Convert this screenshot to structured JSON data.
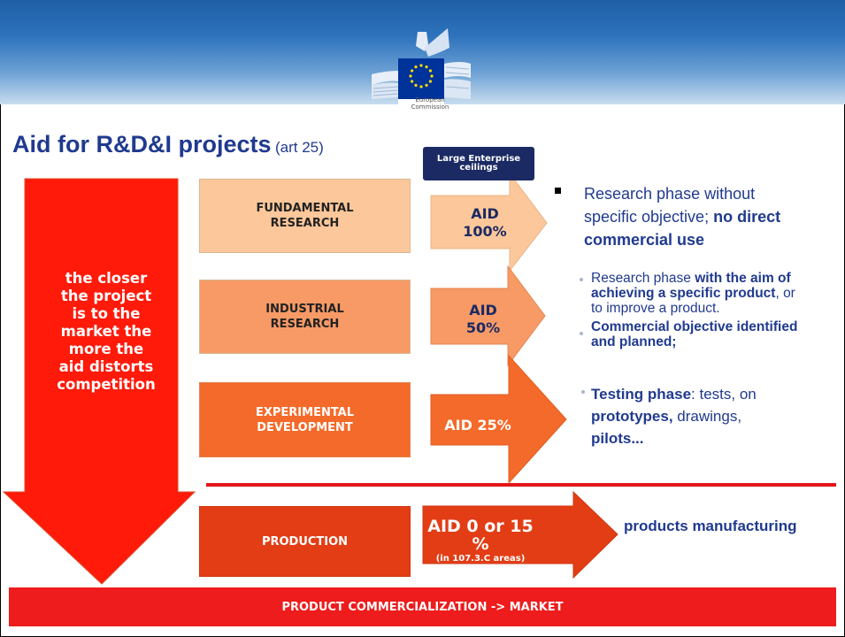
{
  "logo": {
    "text_lines": [
      "European",
      "Commission"
    ]
  },
  "title": {
    "main": "Aid for R&D&I projects",
    "sub": "(art 25)"
  },
  "ceiling_label": [
    "Large Enterprise",
    "ceilings"
  ],
  "left_arrow": {
    "text_lines": [
      "the closer",
      "the project",
      "is to the",
      "market the",
      "more the",
      "aid distorts",
      "competition"
    ]
  },
  "phases": [
    {
      "label_lines": [
        "FUNDAMENTAL",
        "RESEARCH"
      ],
      "aid_lines": [
        "AID",
        "100%"
      ],
      "fill": "#fcc79a",
      "arrow_fill": "#fcc79a",
      "aid_color": "#1b2a63"
    },
    {
      "label_lines": [
        "INDUSTRIAL",
        "RESEARCH"
      ],
      "aid_lines": [
        "AID",
        "50%"
      ],
      "fill": "#f79a66",
      "arrow_fill": "#f79a66",
      "aid_color": "#1b2a63"
    },
    {
      "label_lines": [
        "EXPERIMENTAL",
        "DEVELOPMENT"
      ],
      "aid_lines": [
        "AID 25%"
      ],
      "fill": "#f46a2a",
      "arrow_fill": "#f46a2a",
      "aid_color": "#ffffff"
    },
    {
      "label_lines": [
        "PRODUCTION"
      ],
      "fill": "#e33d15",
      "arrow_fill": "#e33d15"
    }
  ],
  "production_aid": {
    "main": "AID 0 or 15 %",
    "note": "(in 107.3.C areas)"
  },
  "descriptions": {
    "fundamental": {
      "line1": "Research phase without",
      "line2_normal": "specific objective; ",
      "line2_bold": "no direct",
      "line3_bold": "commercial use"
    },
    "industrial": {
      "b1_line1_normal": "Research phase ",
      "b1_line1_bold": "with the aim of",
      "b1_line2_bold": "achieving a specific product",
      "b1_line2_normal": ", or",
      "b1_line3": "to improve a product.",
      "b2_line1_bold": "Commercial objective identified",
      "b2_line2_bold": "and planned;"
    },
    "experimental": {
      "line1_bold": "Testing phase",
      "line1_normal": ": tests, on",
      "line2_bold": "prototypes,",
      "line2_normal": " drawings,",
      "line3_bold": "pilots..."
    },
    "production": "products manufacturing"
  },
  "banner": "PRODUCT COMMERCIALIZATION -> MARKET",
  "colors": {
    "header_blue": "#1f5fa6",
    "title_blue": "#203a8f",
    "ceiling_navy": "#1b2a63",
    "big_arrow_red": "#ff1a0a",
    "banner_red": "#ee1c1c",
    "divider_red": "#e3161b"
  }
}
